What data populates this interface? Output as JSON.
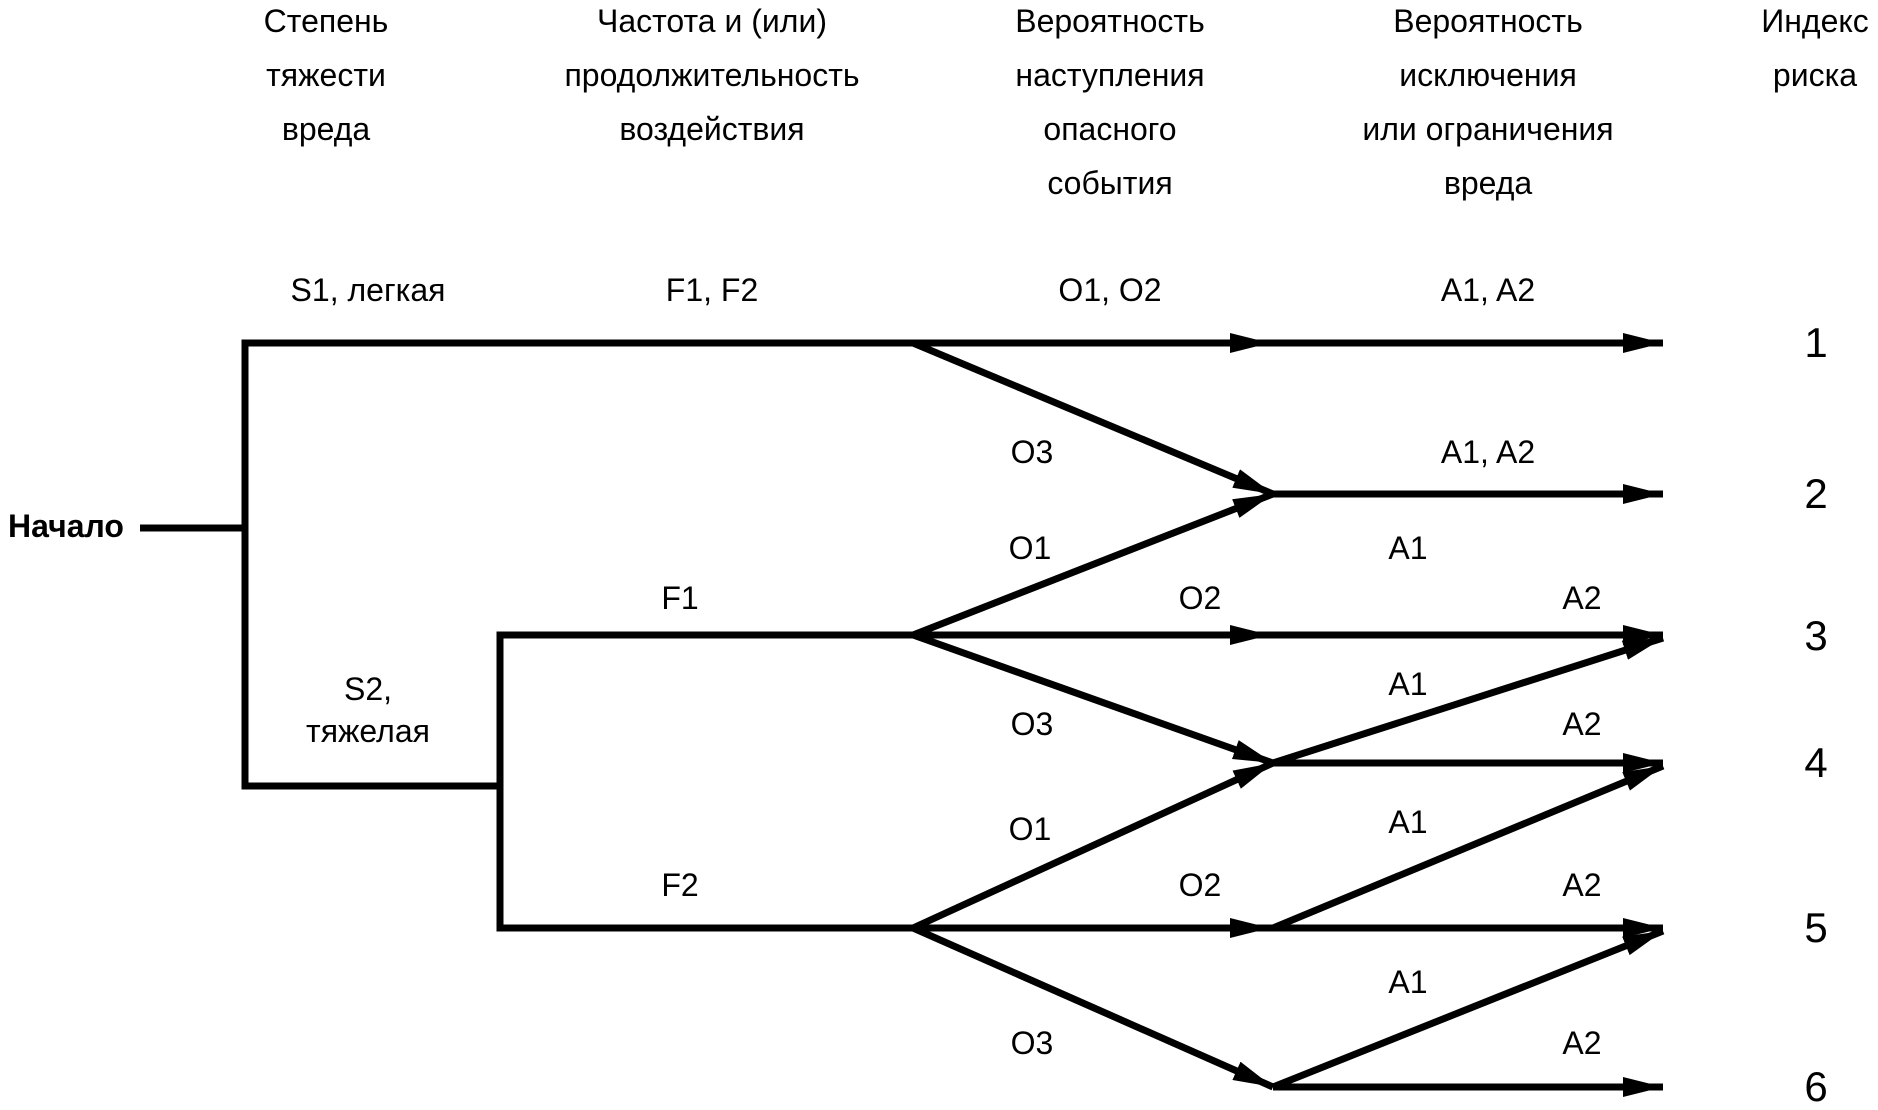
{
  "headers": [
    {
      "id": "severity",
      "lines": [
        "Степень",
        "тяжести",
        "вреда"
      ]
    },
    {
      "id": "frequency",
      "lines": [
        "Частота и (или)",
        "продолжительность",
        "воздействия"
      ]
    },
    {
      "id": "occurrence",
      "lines": [
        "Вероятность",
        "наступления",
        "опасного",
        "события"
      ]
    },
    {
      "id": "avoidance",
      "lines": [
        "Вероятность",
        "исключения",
        "или ограничения",
        "вреда"
      ]
    },
    {
      "id": "risk-index",
      "lines": [
        "Индекс",
        "риска"
      ]
    }
  ],
  "start_label": "Начало",
  "severity": {
    "s1": "S1, легкая",
    "s2_line1": "S2,",
    "s2_line2": "тяжелая"
  },
  "frequency": {
    "f1f2": "F1, F2",
    "f1": "F1",
    "f2": "F2"
  },
  "occurrence": {
    "o1o2": "O1, O2",
    "s1_o3": "O3",
    "f1_o1": "O1",
    "f1_o2": "O2",
    "f1_o3": "O3",
    "f2_o1": "O1",
    "f2_o2": "O2",
    "f2_o3": "O3"
  },
  "avoidance": {
    "row1": "A1, A2",
    "row2": "A1, A2",
    "r2_a1": "A1",
    "r3_a2": "A2",
    "r4_a1": "A1",
    "r4_a2": "A2",
    "r5_a1": "A1",
    "r5_a2": "A2",
    "r6_a1": "A1",
    "r6_a2": "A2"
  },
  "risk_indices": [
    "1",
    "2",
    "3",
    "4",
    "5",
    "6"
  ]
}
